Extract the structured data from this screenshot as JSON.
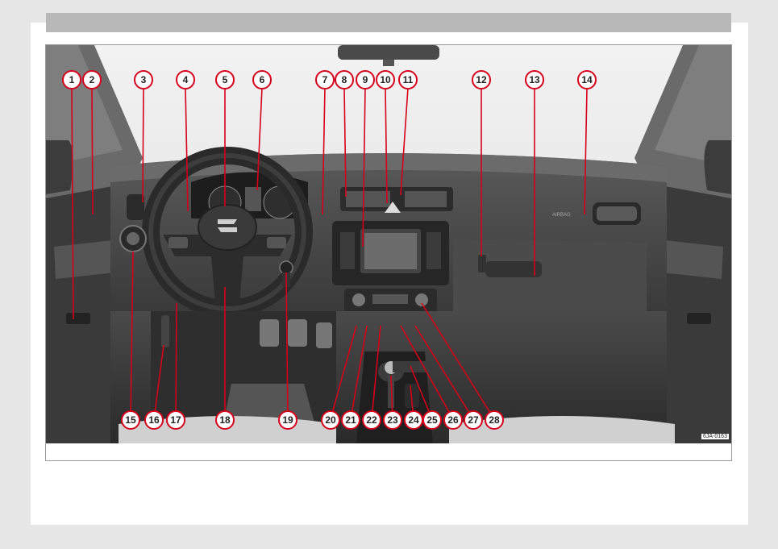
{
  "figure": {
    "code": "6JA-0163",
    "airbag_label": "AIRBAG",
    "top_callouts": [
      "1",
      "2",
      "3",
      "4",
      "5",
      "6",
      "7",
      "8",
      "9",
      "10",
      "11",
      "12",
      "13",
      "14"
    ],
    "bottom_callouts": [
      "15",
      "16",
      "17",
      "18",
      "19",
      "20",
      "21",
      "22",
      "23",
      "24",
      "25",
      "26",
      "27",
      "28"
    ],
    "colors": {
      "callout_ring": "#d6001c",
      "header_bar": "#b8b8b8"
    }
  }
}
